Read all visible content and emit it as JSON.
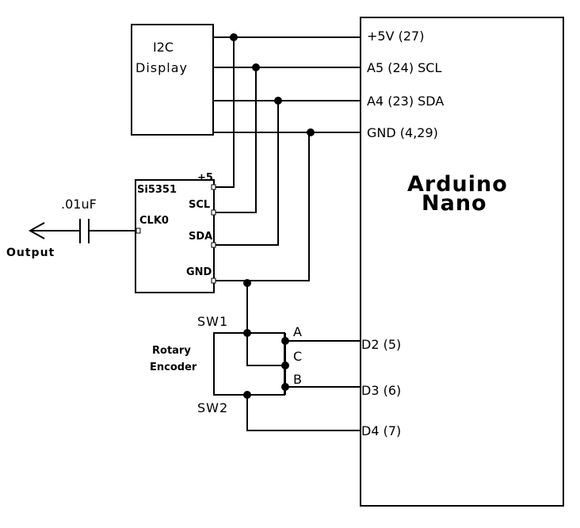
{
  "arduino": {
    "title_line1": "Arduino",
    "title_line2": "Nano",
    "pins": {
      "v5": "+5V (27)",
      "a5": "A5 (24) SCL",
      "a4": "A4 (23) SDA",
      "gnd": "GND (4,29)",
      "d2": "D2 (5)",
      "d3": "D3 (6)",
      "d4": "D4 (7)"
    }
  },
  "display": {
    "line1": "I2C",
    "line2": "Display"
  },
  "si5351": {
    "name": "Si5351",
    "pin_v5": "+5",
    "pin_scl": "SCL",
    "pin_sda": "SDA",
    "pin_gnd": "GND",
    "pin_clk0": "CLK0"
  },
  "capacitor": {
    "value": ".01uF"
  },
  "output": {
    "label": "Output"
  },
  "encoder": {
    "line1": "Rotary",
    "line2": "Encoder",
    "sw1": "SW1",
    "sw2": "SW2",
    "pin_a": "A",
    "pin_b": "B",
    "pin_c": "C"
  }
}
